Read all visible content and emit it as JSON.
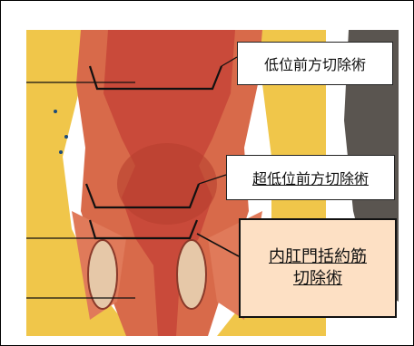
{
  "labels": {
    "low_anterior_resection": "低位前方切除術",
    "super_low_anterior_resection": "超低位前方切除術",
    "intersphincteric_resection_line1": "内肛門括約筋",
    "intersphincteric_resection_line2": "切除術"
  },
  "colors": {
    "fat": "#f0c64a",
    "muscle": "#d86a4a",
    "mucosa": "#c94a3a",
    "highlight_box": "#fde0c4",
    "bone": "#5a5550"
  }
}
